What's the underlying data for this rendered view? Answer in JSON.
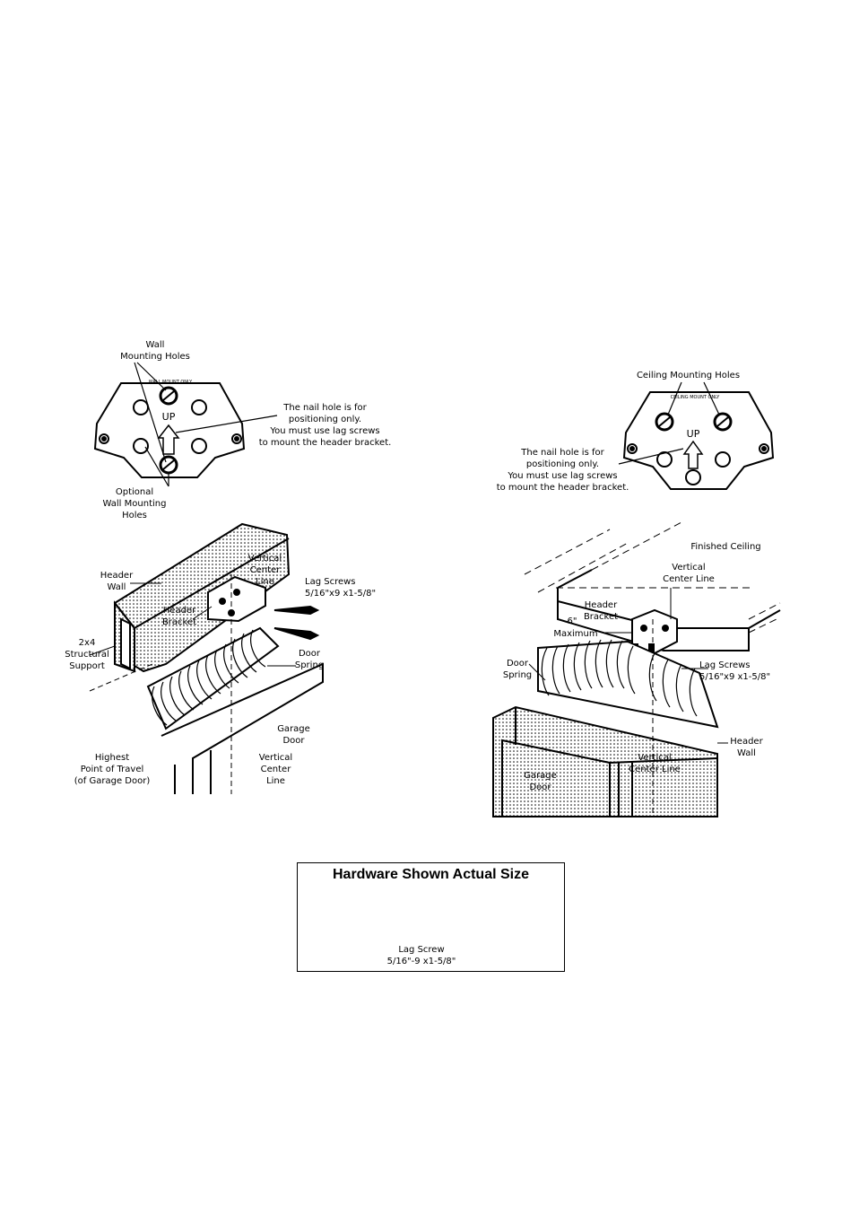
{
  "left_bracket": {
    "wall_mounting_holes": "Wall\nMounting Holes",
    "stamp": "WALL MOUNT ONLY",
    "up": "UP",
    "nail_note": "The nail hole is for\npositioning only.\nYou must use lag screws\nto mount the header bracket.",
    "optional_holes": "Optional\nWall Mounting\nHoles"
  },
  "left_install": {
    "header_wall": "Header\nWall",
    "vertical_center_line_top": "Vertical\nCenter\nLine",
    "lag_screws": "Lag Screws\n5/16\"x9 x1-5/8\"",
    "header_bracket": "Header\nBracket",
    "structural_support": "2x4\nStructural\nSupport",
    "door_spring": "Door\nSpring",
    "garage_door": "Garage\nDoor",
    "highest_point": "Highest\nPoint of Travel\n(of Garage Door)",
    "vertical_center_line_bottom": "Vertical\nCenter\nLine"
  },
  "right_bracket": {
    "ceiling_mounting_holes": "Ceiling Mounting Holes",
    "stamp": "CEILING MOUNT ONLY",
    "up": "UP",
    "nail_note": "The nail hole is for\npositioning only.\nYou must use lag screws\nto mount the header bracket."
  },
  "right_install": {
    "finished_ceiling": "Finished Ceiling",
    "vertical_center_line_top": "Vertical\nCenter Line",
    "header_bracket": "Header\nBracket",
    "maximum": "Maximum",
    "maximum_dim": "6\"",
    "door_spring": "Door\nSpring",
    "lag_screws": "Lag Screws\n5/16\"x9 x1-5/8\"",
    "header_wall": "Header\nWall",
    "garage_door": "Garage\nDoor",
    "vertical_center_line_bottom": "Vertical\nCenter Line"
  },
  "hardware": {
    "title": "Hardware Shown Actual Size",
    "caption": "Lag Screw\n5/16\"-9 x1-5/8\""
  }
}
